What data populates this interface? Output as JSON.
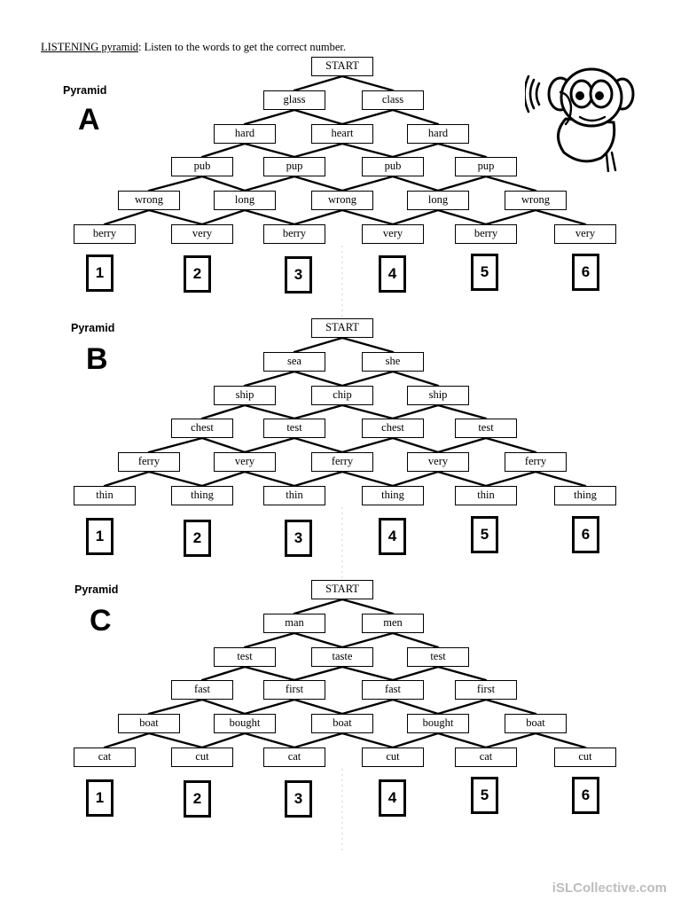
{
  "heading": {
    "underlined": "LISTENING pyramid",
    "rest": ": Listen to the words to get the correct number."
  },
  "pyramids": [
    {
      "label": "Pyramid",
      "letter": "A",
      "rows": [
        [
          "START"
        ],
        [
          "glass",
          "class"
        ],
        [
          "hard",
          "heart",
          "hard"
        ],
        [
          "pub",
          "pup",
          "pub",
          "pup"
        ],
        [
          "wrong",
          "long",
          "wrong",
          "long",
          "wrong"
        ],
        [
          "berry",
          "very",
          "berry",
          "very",
          "berry",
          "very"
        ]
      ],
      "answers": [
        "1",
        "2",
        "3",
        "4",
        "5",
        "6"
      ]
    },
    {
      "label": "Pyramid",
      "letter": "B",
      "rows": [
        [
          "START"
        ],
        [
          "sea",
          "she"
        ],
        [
          "ship",
          "chip",
          "ship"
        ],
        [
          "chest",
          "test",
          "chest",
          "test"
        ],
        [
          "ferry",
          "very",
          "ferry",
          "very",
          "ferry"
        ],
        [
          "thin",
          "thing",
          "thin",
          "thing",
          "thin",
          "thing"
        ]
      ],
      "answers": [
        "1",
        "2",
        "3",
        "4",
        "5",
        "6"
      ]
    },
    {
      "label": "Pyramid",
      "letter": "C",
      "rows": [
        [
          "START"
        ],
        [
          "man",
          "men"
        ],
        [
          "test",
          "taste",
          "test"
        ],
        [
          "fast",
          "first",
          "fast",
          "first"
        ],
        [
          "boat",
          "bought",
          "boat",
          "bought",
          "boat"
        ],
        [
          "cat",
          "cut",
          "cat",
          "cut",
          "cat",
          "cut"
        ]
      ],
      "answers": [
        "1",
        "2",
        "3",
        "4",
        "5",
        "6"
      ]
    }
  ],
  "illustration": {
    "icon": "listening-monkey-icon"
  },
  "watermark": "iSLCollective.com"
}
